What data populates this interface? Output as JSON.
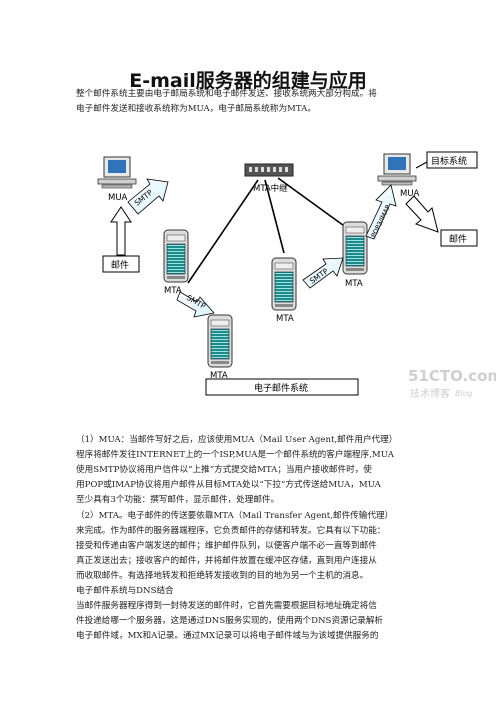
{
  "title": "E-mail服务器的组建与应用",
  "intro": "整个邮件系统主要由电子邮局系统和电子邮件发送、接收系统两大部分构成。将\n电子邮件发送和接收系统称为MUA，电子邮局系统称为MTA。",
  "diagram": {
    "target_system": "目标系统",
    "mua_left": "MUA",
    "mua_right": "MUA",
    "relay_label": "MTA中继",
    "mail_left": "邮件",
    "mail_right": "邮件",
    "mta_labels": [
      "MTA",
      "MTA",
      "MTA",
      "MTA"
    ],
    "smtp_labels": [
      "SMTP",
      "SMTP",
      "SMTP"
    ],
    "pop_label": "POP3/IMAP",
    "system_box": "电子邮件系统",
    "watermark_main": "51CTO.com",
    "watermark_sub": "技术博客",
    "watermark_blog": "Blog"
  },
  "p1": "（1）MUA：当邮件写好之后，应该使用MUA（Mail User Agent,邮件用户代理）\n程序将邮件发往INTERNET上的一个ISP,MUA是一个邮件系统的客户端程序,MUA\n使用SMTP协议将用户信件以“上推”方式提交给MTA；当用户接收邮件时，使\n用POP或IMAP协议将用户邮件从目标MTA处以“下拉”方式传送给MUA，MUA\n至少具有3个功能：撰写邮件，显示邮件，处理邮件。",
  "p2": "（2）MTA。电子邮件的传送要依靠MTA（Mail Transfer Agent,邮件传输代理）\n来完成。作为邮件的服务器端程序，它负责邮件的存储和转发。它具有以下功能：\n接受和传递由客户端发送的邮件；维护邮件队列，以便客户端不必一直等到邮件\n真正发送出去；接收客户的邮件，并将邮件放置在缓冲区存储，直到用户连接从\n而收取邮件。有选择地转发和拒绝转发接收到的目的地为另一个主机的消息。",
  "section_title": "电子邮件系统与DNS结合",
  "p3": "当邮件服务器程序得到一封待发送的邮件时，它首先需要根据目标地址确定将信\n件投递给哪一个服务器，这是通过DNS服务实现的，使用两个DNS资源记录解析\n电子邮件域，MX和A记录。通过MX记录可以将电子邮件域与为该域提供服务的"
}
